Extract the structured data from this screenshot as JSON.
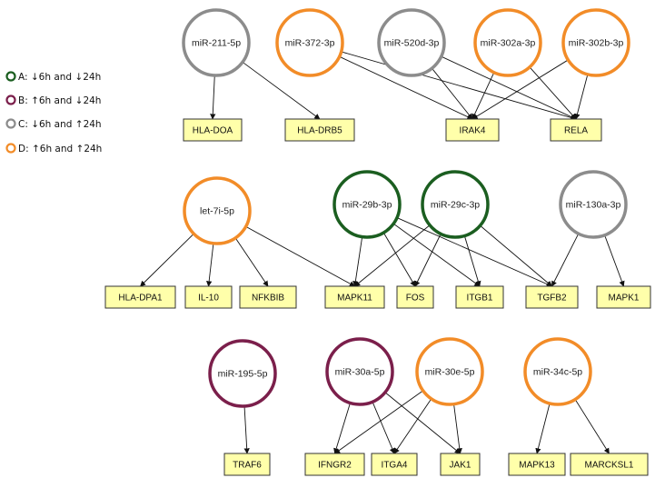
{
  "colors": {
    "A": "#1b5e20",
    "B": "#7b1f4b",
    "C": "#8c8c8c",
    "D": "#f28c28",
    "gene_fill": "#ffffaa",
    "gene_border": "#333333",
    "edge": "#111111"
  },
  "legend": [
    {
      "group": "A",
      "label": "A: ↓6h and ↓24h"
    },
    {
      "group": "B",
      "label": "B: ↑6h and ↓24h"
    },
    {
      "group": "C",
      "label": "C: ↓6h and ↑24h"
    },
    {
      "group": "D",
      "label": "D: ↑6h and ↑24h"
    }
  ],
  "mirnas": [
    {
      "id": "m211",
      "label": "miR-211-5p",
      "group": "C"
    },
    {
      "id": "m372",
      "label": "miR-372-3p",
      "group": "D"
    },
    {
      "id": "m520d",
      "label": "miR-520d-3p",
      "group": "C"
    },
    {
      "id": "m302a",
      "label": "miR-302a-3p",
      "group": "D"
    },
    {
      "id": "m302b",
      "label": "miR-302b-3p",
      "group": "D"
    },
    {
      "id": "let7i",
      "label": "let-7i-5p",
      "group": "D"
    },
    {
      "id": "m29b",
      "label": "miR-29b-3p",
      "group": "A"
    },
    {
      "id": "m29c",
      "label": "miR-29c-3p",
      "group": "A"
    },
    {
      "id": "m130a",
      "label": "miR-130a-3p",
      "group": "C"
    },
    {
      "id": "m195",
      "label": "miR-195-5p",
      "group": "B"
    },
    {
      "id": "m30a",
      "label": "miR-30a-5p",
      "group": "B"
    },
    {
      "id": "m30e",
      "label": "miR-30e-5p",
      "group": "D"
    },
    {
      "id": "m34c",
      "label": "miR-34c-5p",
      "group": "D"
    }
  ],
  "genes": [
    {
      "id": "hladoa",
      "label": "HLA-DOA"
    },
    {
      "id": "hladrb5",
      "label": "HLA-DRB5"
    },
    {
      "id": "irak4",
      "label": "IRAK4"
    },
    {
      "id": "rela",
      "label": "RELA"
    },
    {
      "id": "hladpa1",
      "label": "HLA-DPA1"
    },
    {
      "id": "il10",
      "label": "IL-10"
    },
    {
      "id": "nfkbib",
      "label": "NFKBIB"
    },
    {
      "id": "mapk11",
      "label": "MAPK11"
    },
    {
      "id": "fos",
      "label": "FOS"
    },
    {
      "id": "itgb1",
      "label": "ITGB1"
    },
    {
      "id": "tgfb2",
      "label": "TGFB2"
    },
    {
      "id": "mapk1",
      "label": "MAPK1"
    },
    {
      "id": "traf6",
      "label": "TRAF6"
    },
    {
      "id": "ifngr2",
      "label": "IFNGR2"
    },
    {
      "id": "itga4",
      "label": "ITGA4"
    },
    {
      "id": "jak1",
      "label": "JAK1"
    },
    {
      "id": "mapk13",
      "label": "MAPK13"
    },
    {
      "id": "marcksl1",
      "label": "MARCKSL1"
    }
  ],
  "edges": [
    [
      "m211",
      "hladoa"
    ],
    [
      "m211",
      "hladrb5"
    ],
    [
      "m372",
      "irak4"
    ],
    [
      "m372",
      "rela"
    ],
    [
      "m520d",
      "irak4"
    ],
    [
      "m520d",
      "rela"
    ],
    [
      "m302a",
      "irak4"
    ],
    [
      "m302a",
      "rela"
    ],
    [
      "m302b",
      "irak4"
    ],
    [
      "m302b",
      "rela"
    ],
    [
      "let7i",
      "hladpa1"
    ],
    [
      "let7i",
      "il10"
    ],
    [
      "let7i",
      "nfkbib"
    ],
    [
      "let7i",
      "mapk11"
    ],
    [
      "m29b",
      "mapk11"
    ],
    [
      "m29b",
      "fos"
    ],
    [
      "m29b",
      "itgb1"
    ],
    [
      "m29b",
      "tgfb2"
    ],
    [
      "m29c",
      "mapk11"
    ],
    [
      "m29c",
      "fos"
    ],
    [
      "m29c",
      "itgb1"
    ],
    [
      "m29c",
      "tgfb2"
    ],
    [
      "m130a",
      "tgfb2"
    ],
    [
      "m130a",
      "mapk1"
    ],
    [
      "m195",
      "traf6"
    ],
    [
      "m30a",
      "ifngr2"
    ],
    [
      "m30a",
      "itga4"
    ],
    [
      "m30a",
      "jak1"
    ],
    [
      "m30e",
      "ifngr2"
    ],
    [
      "m30e",
      "itga4"
    ],
    [
      "m30e",
      "jak1"
    ],
    [
      "m34c",
      "mapk13"
    ],
    [
      "m34c",
      "marcksl1"
    ]
  ]
}
